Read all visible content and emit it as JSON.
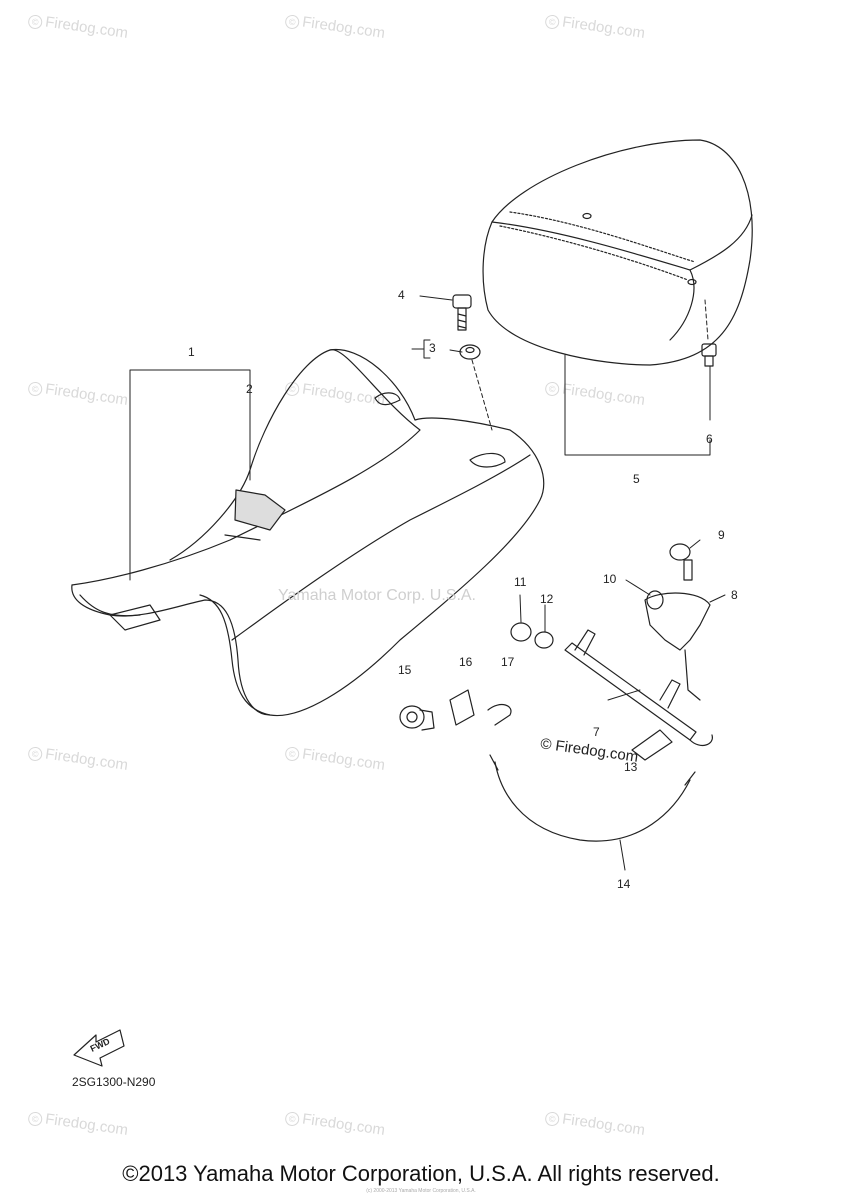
{
  "watermark": {
    "text": "Firedog.com",
    "symbol": "©"
  },
  "center_watermark": "Yamaha Motor Corp. U.S.A.",
  "mid_watermark": "© Firedog.com",
  "callouts": [
    "1",
    "2",
    "3",
    "4",
    "5",
    "6",
    "7",
    "8",
    "9",
    "10",
    "11",
    "12",
    "13",
    "14",
    "15",
    "16",
    "17"
  ],
  "fwd_label": "FWD",
  "diagram_code": "2SG1300-N290",
  "copyright": "©2013 Yamaha Motor Corporation, U.S.A. All rights reserved.",
  "fine_print": "(c) 2000-2013 Yamaha Motor Corporation, U.S.A."
}
